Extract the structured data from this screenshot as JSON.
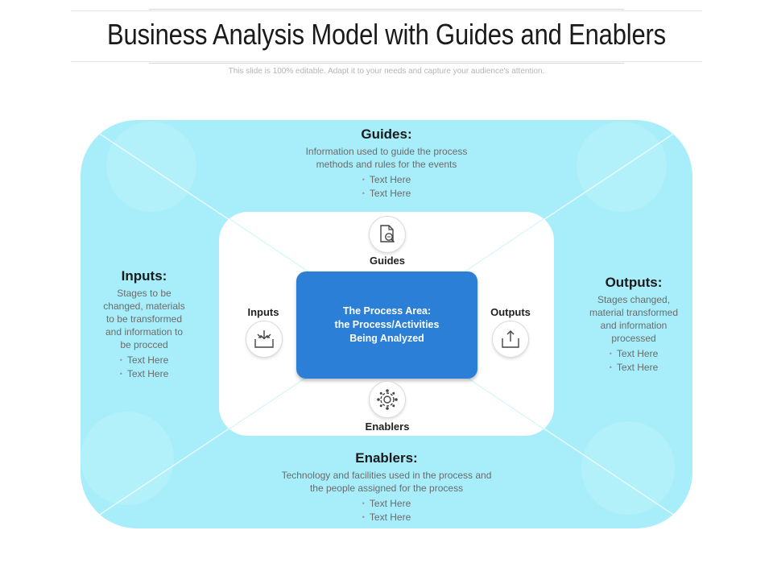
{
  "title": "Business Analysis Model with Guides and Enablers",
  "subtitle": "This slide is 100% editable. Adapt it to your needs and capture your audience's attention.",
  "colors": {
    "outer_fill": "#a8eefa",
    "center_fill": "#2b7fd6",
    "inner_fill": "#ffffff"
  },
  "center": {
    "line1": "The Process Area:",
    "line2": "the Process/Activities",
    "line3": "Being Analyzed"
  },
  "icons": {
    "guides": {
      "label": "Guides",
      "icon": "document-search-icon"
    },
    "inputs": {
      "label": "Inputs",
      "icon": "inbox-arrows-icon"
    },
    "outputs": {
      "label": "Outputs",
      "icon": "share-export-icon"
    },
    "enablers": {
      "label": "Enablers",
      "icon": "gear-network-icon"
    }
  },
  "panels": {
    "guides": {
      "heading": "Guides:",
      "desc_lines": [
        "Information used to guide the process",
        "methods and rules for the events"
      ],
      "bullets": [
        "Text Here",
        "Text Here"
      ]
    },
    "inputs": {
      "heading": "Inputs:",
      "desc_lines": [
        "Stages to be",
        "changed, materials",
        "to be transformed",
        "and information to",
        "be procced"
      ],
      "bullets": [
        "Text Here",
        "Text Here"
      ]
    },
    "outputs": {
      "heading": "Outputs:",
      "desc_lines": [
        "Stages changed,",
        "material transformed",
        "and information",
        "processed"
      ],
      "bullets": [
        "Text Here",
        "Text Here"
      ]
    },
    "enablers": {
      "heading": "Enablers:",
      "desc_lines": [
        "Technology and facilities used in the process and",
        "the people assigned for the process"
      ],
      "bullets": [
        "Text Here",
        "Text Here"
      ]
    }
  }
}
